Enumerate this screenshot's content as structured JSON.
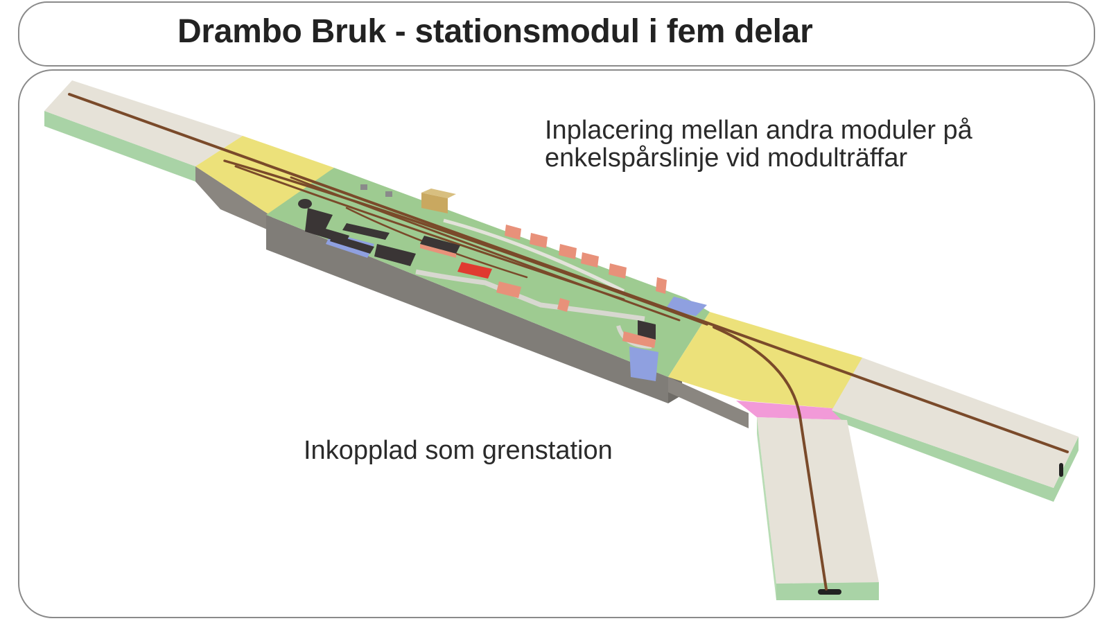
{
  "title": "Drambo Bruk - stationsmodul i fem delar",
  "captions": {
    "placement_line1": "Inplacering mellan andra moduler på",
    "placement_line2": "enkelspårslinje vid modulträffar",
    "branch": "Inkopplad som grenstation"
  },
  "colors": {
    "frame": "#8a8a8a",
    "track": "#7a4a2a",
    "end_module_top": "#e6e2d8",
    "end_module_side": "#a9d3a6",
    "transition_module": "#ece17a",
    "station_ground": "#9ecb91",
    "module_body": "#807d78",
    "water": "#8fa0e0",
    "branch_joint": "#f29ad8",
    "building_roof": "#e8917a",
    "dark_building": "#3a3535",
    "red_building": "#e03a30"
  }
}
